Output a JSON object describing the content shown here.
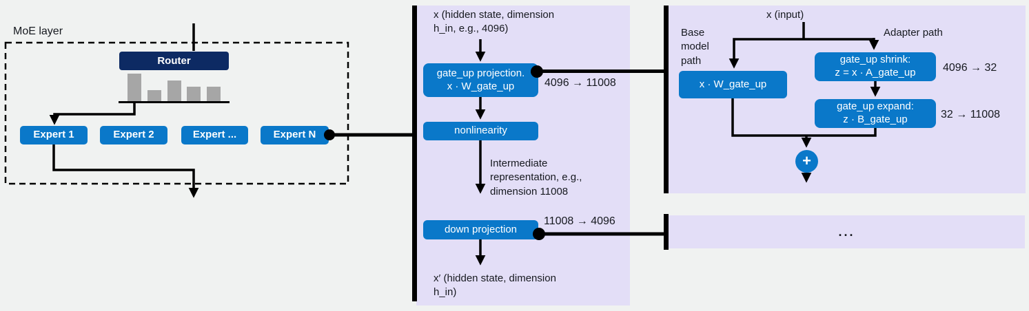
{
  "colors": {
    "background": "#f0f2f1",
    "panel_lavender": "#e3def7",
    "box_blue": "#0a78c9",
    "router_navy": "#0d2a63",
    "bar_gray": "#a6a6a6",
    "line_black": "#000000",
    "text": "#16191f"
  },
  "moe": {
    "title": "MoE layer",
    "router_label": "Router",
    "router_bars": [
      {
        "h": 41
      },
      {
        "h": 17
      },
      {
        "h": 31
      },
      {
        "h": 22
      },
      {
        "h": 22
      }
    ],
    "experts": [
      {
        "label": "Expert 1"
      },
      {
        "label": "Expert 2"
      },
      {
        "label": "Expert ..."
      },
      {
        "label": "Expert N"
      }
    ]
  },
  "expert_detail": {
    "input_label": "x  (hidden state, dimension\nh_in, e.g., 4096)",
    "gate_up_box": "gate_up projection.\nx · W_gate_up",
    "gate_up_dims": "4096 → 11008",
    "nonlinearity_box": "nonlinearity",
    "intermediate_label": "Intermediate\nrepresentation, e.g.,\ndimension 11008",
    "down_box": "down projection",
    "down_dims": "11008 → 4096",
    "output_label": "x′  (hidden state, dimension\nh_in)"
  },
  "adapter_detail": {
    "input_label": "x  (input)",
    "base_path_label": "Base\nmodel\npath",
    "adapter_path_label": "Adapter path",
    "base_box": "x · W_gate_up",
    "shrink_box": "gate_up shrink:\nz = x · A_gate_up",
    "shrink_dims": "4096 → 32",
    "expand_box": "gate_up expand:\nz · B_gate_up",
    "expand_dims": "32 → 11008",
    "plus_label": "+"
  },
  "more_panel": {
    "ellipsis": "..."
  }
}
